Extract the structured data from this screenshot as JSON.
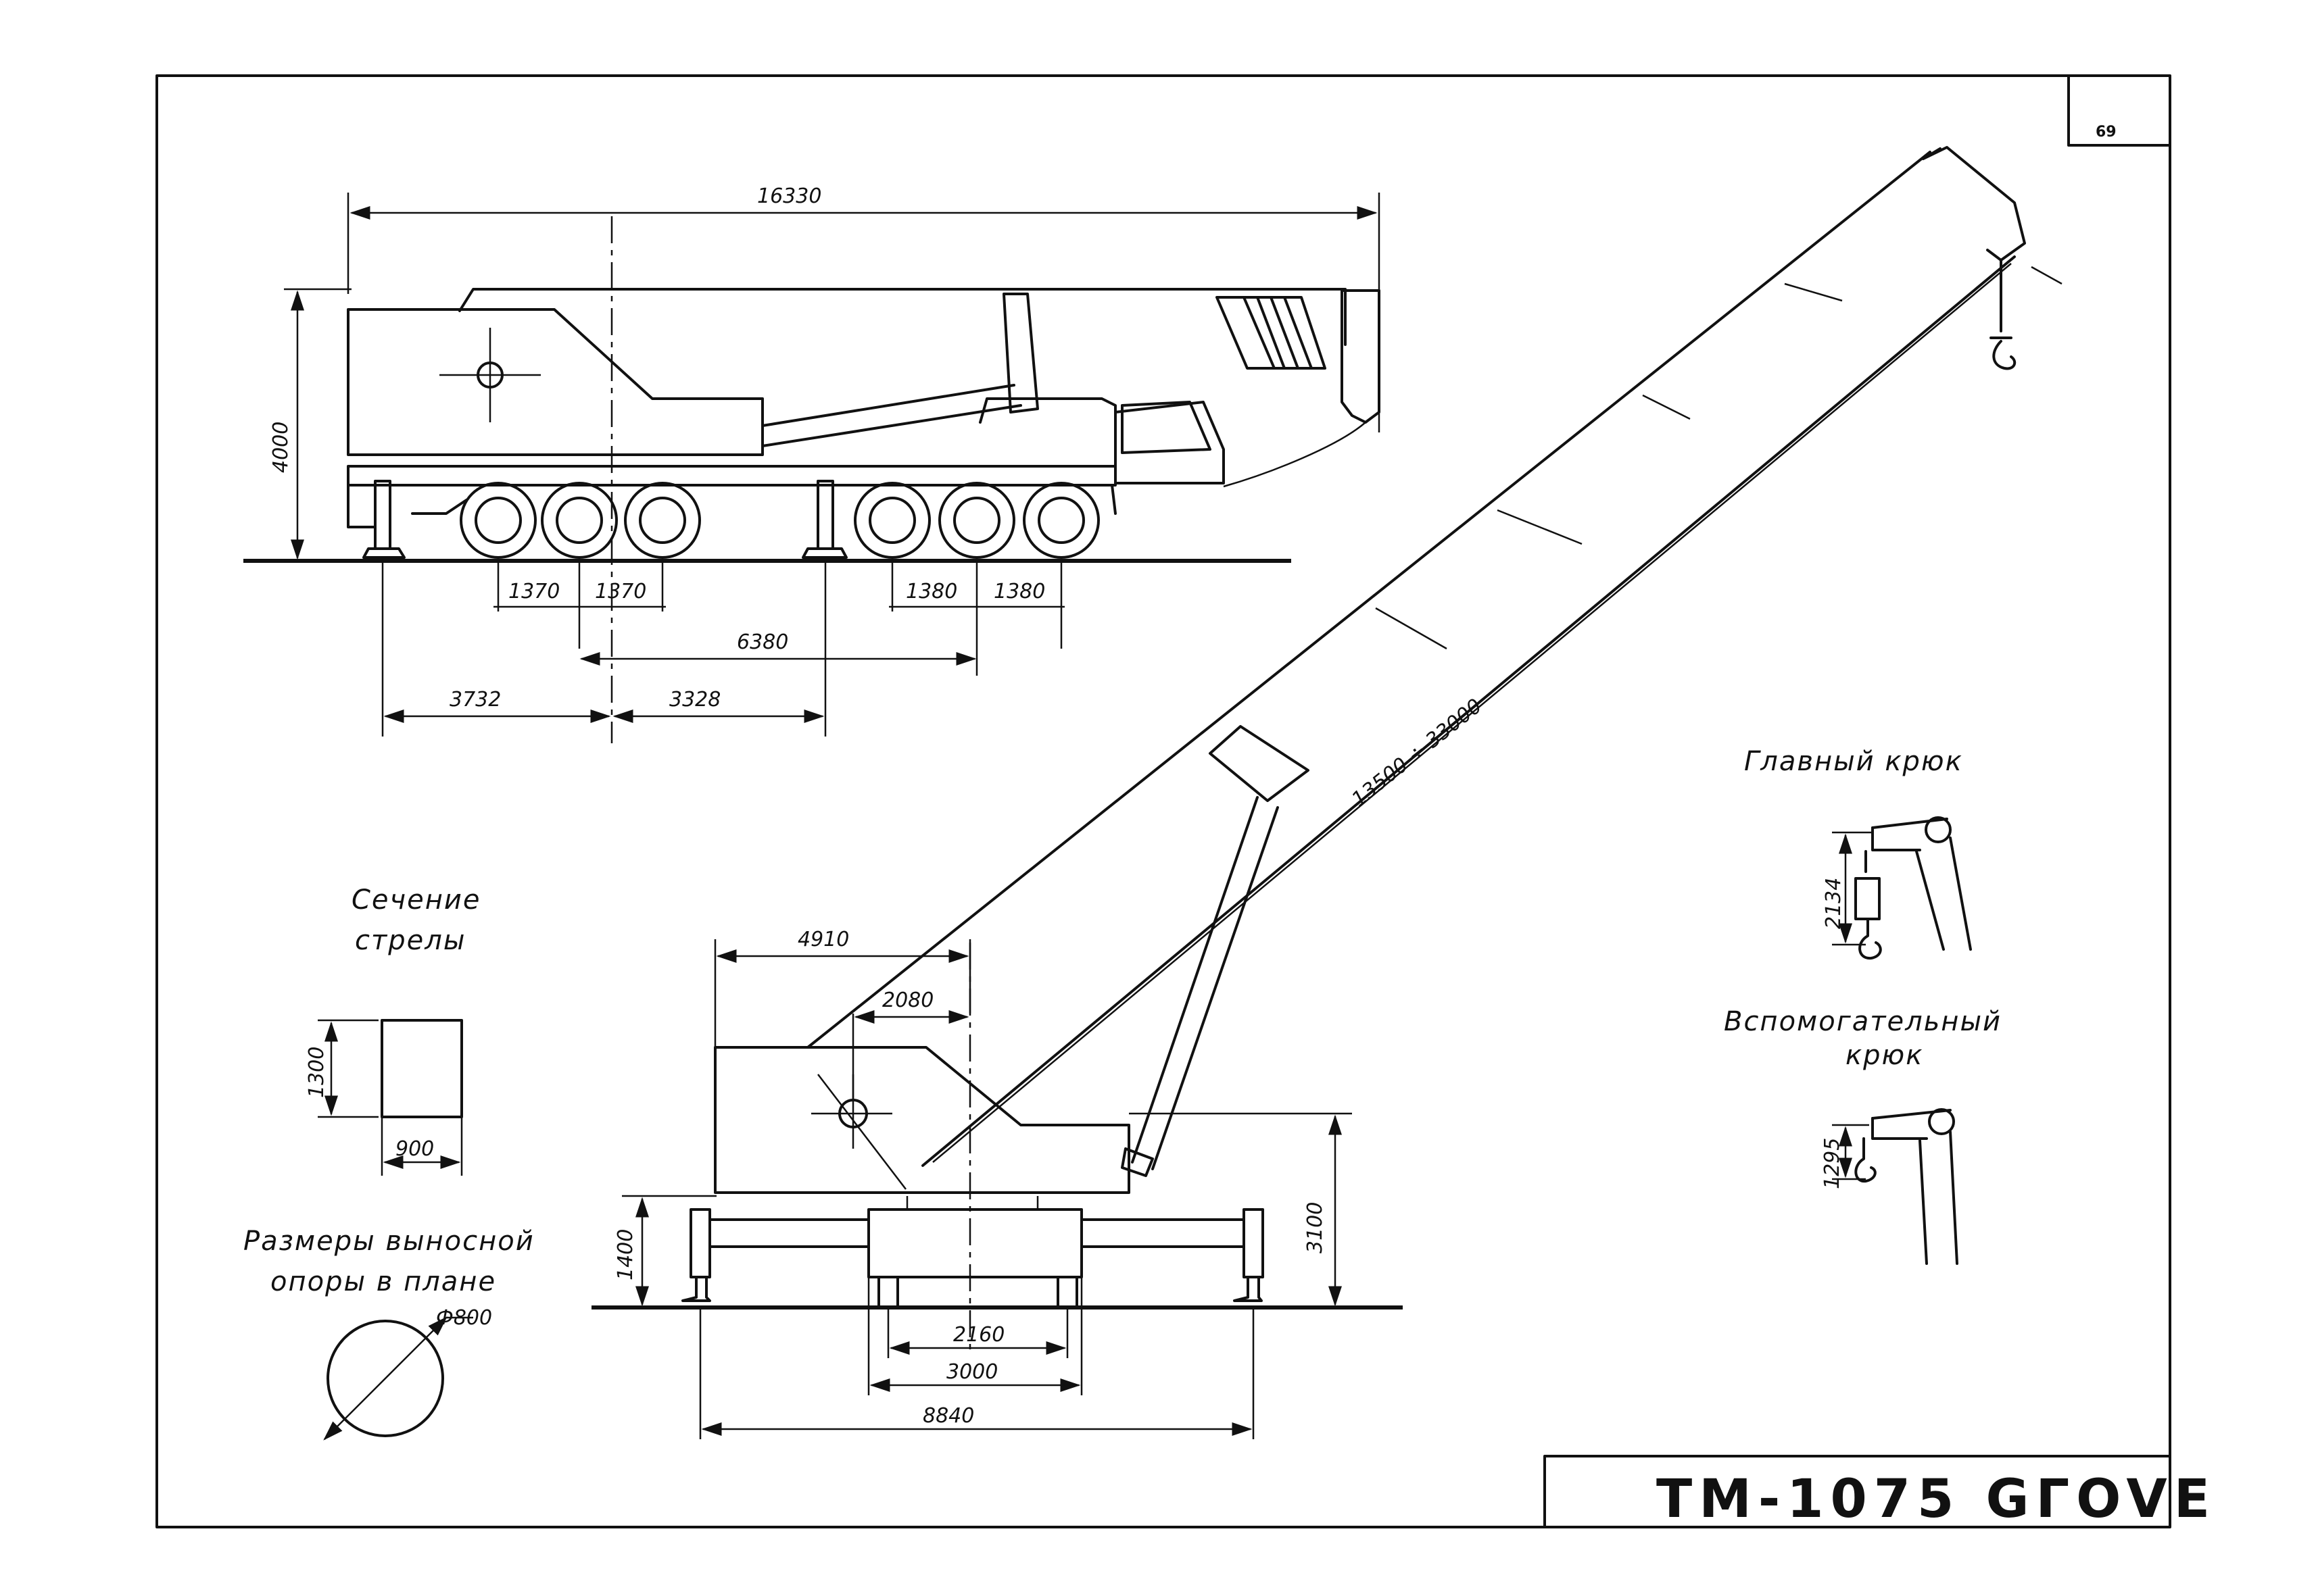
{
  "page_number": "69",
  "title_block": {
    "title": "TM-1075 GГOVE"
  },
  "side_view": {
    "overall_length": "16330",
    "overall_height": "4000",
    "axle_spacings": [
      "1370",
      "1370",
      "1380",
      "1380"
    ],
    "axle_base": "6380",
    "outrigger_front": "3732",
    "outrigger_rear": "3328"
  },
  "front_view": {
    "boom_length": "13500 ÷ 33000",
    "boom_offset": "4910",
    "pivot_offset": "2080",
    "pivot_height": "3100",
    "outrigger_height": "1400",
    "track_inner": "2160",
    "track_outer": "3000",
    "outrigger_span": "8840"
  },
  "boom_section": {
    "label_line1": "Сечение",
    "label_line2": "стрелы",
    "height": "1300",
    "width": "900"
  },
  "outrigger_pad": {
    "label_line1": "Размеры выносной",
    "label_line2": "опоры в плане",
    "diameter": "Ф800"
  },
  "main_hook": {
    "label": "Главный крюк",
    "dimension": "2134"
  },
  "aux_hook": {
    "label_line1": "Вспомогательный",
    "label_line2": "крюк",
    "dimension": "1295"
  }
}
